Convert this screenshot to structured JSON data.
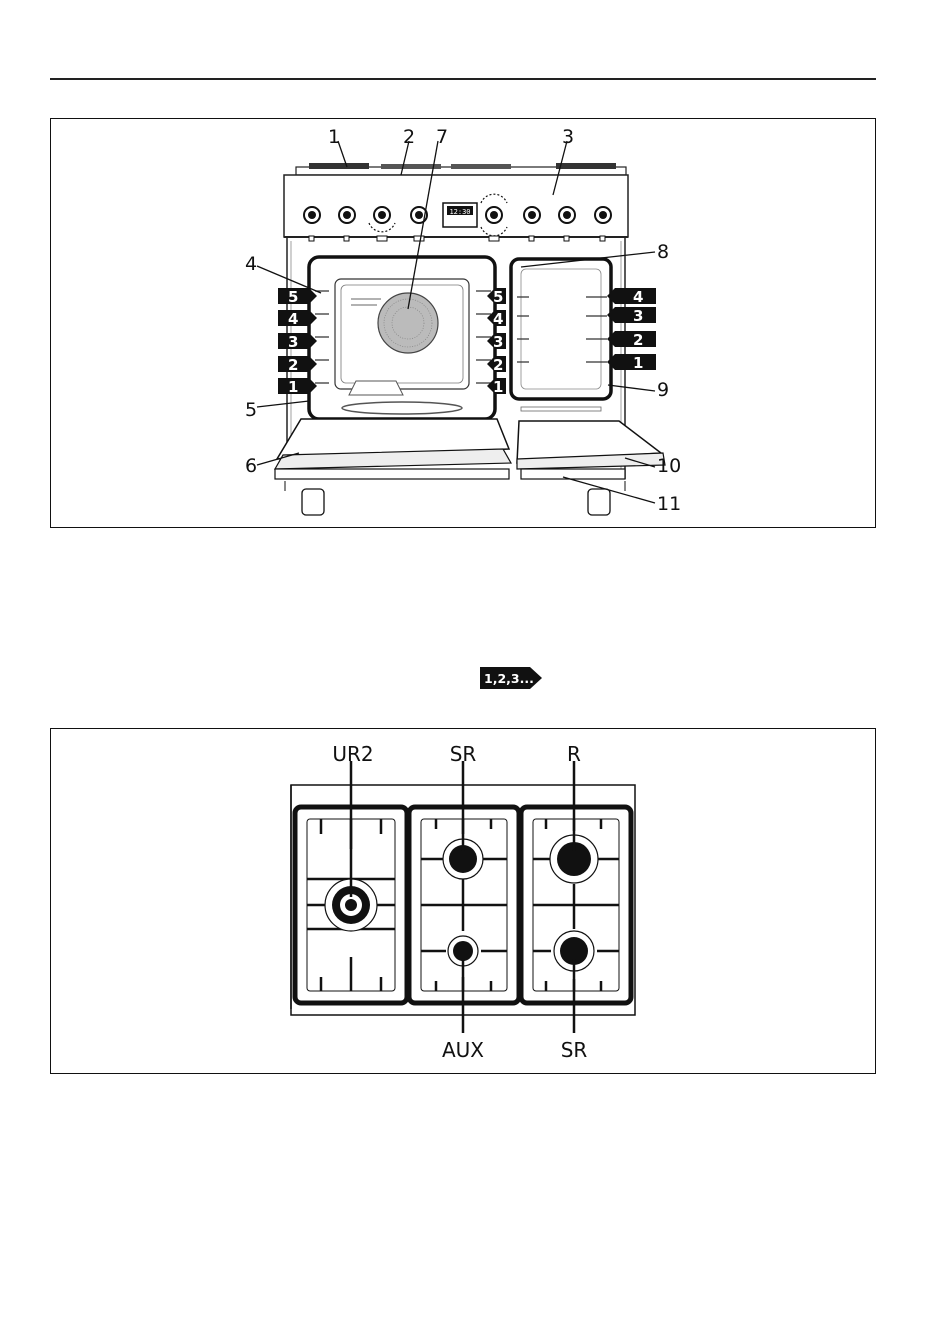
{
  "figure1": {
    "callouts": [
      "1",
      "2",
      "7",
      "3",
      "4",
      "5",
      "6",
      "8",
      "9",
      "10",
      "11"
    ],
    "display_time": "12:30",
    "left_cavity_shelves": [
      "5",
      "4",
      "3",
      "2",
      "1"
    ],
    "left_cavity_shelves_right": [
      "5",
      "4",
      "3",
      "2",
      "1"
    ],
    "right_cavity_shelves": [
      "4",
      "3",
      "2",
      "1"
    ]
  },
  "badge": {
    "text": "1,2,3..."
  },
  "figure2": {
    "burners": {
      "top_left": "UR2",
      "top_middle": "SR",
      "top_right": "R",
      "bottom_middle": "AUX",
      "bottom_right": "SR"
    }
  }
}
